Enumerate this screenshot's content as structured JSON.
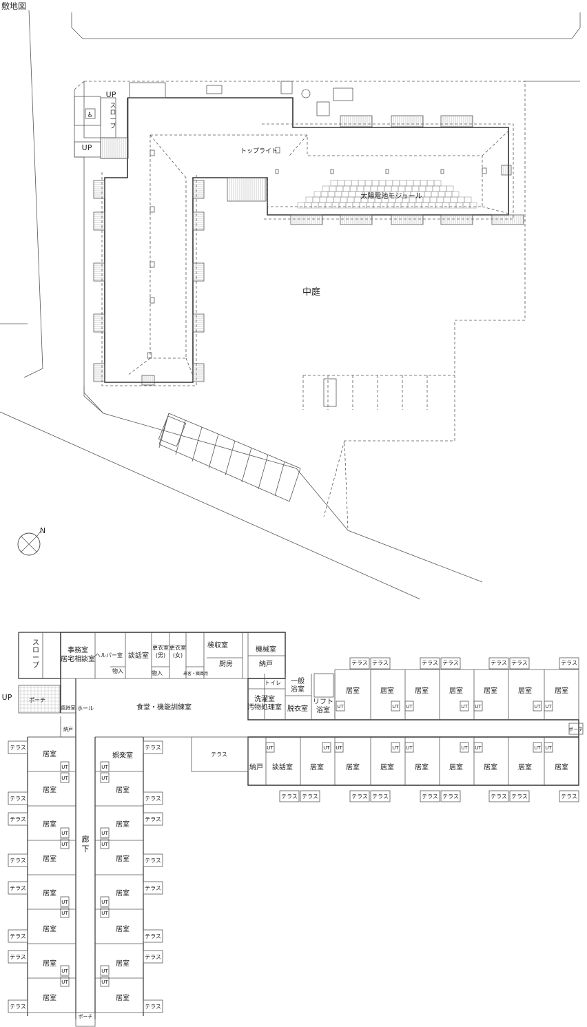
{
  "site_plan": {
    "title": "敷地図",
    "courtyard": "中庭",
    "toplight": "トップライト",
    "solar": "太陽電池モジュール",
    "slope": "スロープ",
    "up": "UP",
    "north": "N"
  },
  "floor_plan": {
    "slope": "スロープ",
    "up": "UP",
    "porch": "ポーチ",
    "office": "事務室",
    "care_consult": "居宅相談室",
    "helper": "ヘルパー室",
    "storage_small": "物入",
    "consult": "談話室",
    "locker_m_1": "更衣室",
    "locker_m_2": "(男)",
    "locker_f_1": "更衣室",
    "locker_f_2": "(女)",
    "guest_staff": "来客・職員用",
    "inspection": "検収室",
    "kitchen": "厨房",
    "machine": "機械室",
    "closet": "納戸",
    "toilet": "トイレ",
    "general_bath_1": "一般",
    "general_bath_2": "浴室",
    "laundry": "洗濯室",
    "soiled": "汚物処理室",
    "dressing": "脱衣室",
    "lift_bath_1": "リフト",
    "lift_bath_2": "浴室",
    "dining": "食堂・機能訓練室",
    "windbreak": "風除室",
    "hall": "ホール",
    "corridor_1": "廊",
    "corridor_2": "下",
    "recreation": "娯楽室",
    "room": "居室",
    "terrace": "テラス",
    "ut": "UT"
  }
}
